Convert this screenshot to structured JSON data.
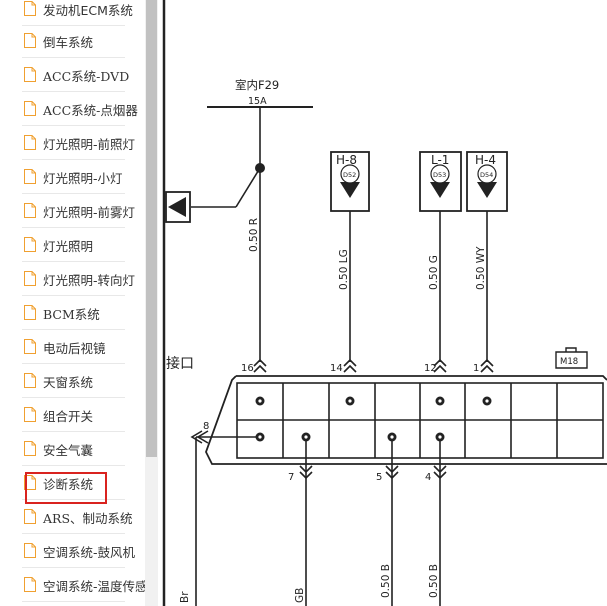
{
  "sidebar": {
    "items": [
      {
        "label": "发动机ECM系统",
        "icon": "document-icon"
      },
      {
        "label": "倒车系统",
        "icon": "document-icon"
      },
      {
        "label": "ACC系统-DVD",
        "icon": "document-icon"
      },
      {
        "label": "ACC系统-点烟器",
        "icon": "document-icon"
      },
      {
        "label": "灯光照明-前照灯",
        "icon": "document-icon"
      },
      {
        "label": "灯光照明-小灯",
        "icon": "document-icon"
      },
      {
        "label": "灯光照明-前雾灯",
        "icon": "document-icon"
      },
      {
        "label": "灯光照明",
        "icon": "document-icon"
      },
      {
        "label": "灯光照明-转向灯",
        "icon": "document-icon"
      },
      {
        "label": "BCM系统",
        "icon": "document-icon"
      },
      {
        "label": "电动后视镜",
        "icon": "document-icon"
      },
      {
        "label": "天窗系统",
        "icon": "document-icon"
      },
      {
        "label": "组合开关",
        "icon": "document-icon"
      },
      {
        "label": "安全气囊",
        "icon": "document-icon"
      },
      {
        "label": "诊断系统",
        "icon": "document-icon"
      },
      {
        "label": "ARS、制动系统",
        "icon": "document-icon"
      },
      {
        "label": "空调系统-鼓风机",
        "icon": "document-icon"
      },
      {
        "label": "空调系统-温度传感",
        "icon": "document-icon"
      }
    ],
    "selected": "诊断系统",
    "highlight_color": "#d9231f"
  },
  "diagram": {
    "fuse_label": "室内F29",
    "fuse_rating": "15A",
    "ground_points": [
      {
        "id": "H-8",
        "code": "D52"
      },
      {
        "id": "L-1",
        "code": "D53"
      },
      {
        "id": "H-4",
        "code": "D54"
      }
    ],
    "wires": {
      "w1": "0.50 R",
      "w2": "0.50 LG",
      "w3": "0.50 G",
      "w4": "0.50 WY",
      "w5": "0.50 B",
      "w6": "0.50 B",
      "w7": "GB",
      "w8": "Br"
    },
    "connector_label": "接口",
    "connector_id": "M18",
    "pins": {
      "p16": "16",
      "p14": "14",
      "p12": "12",
      "p1": "1",
      "p8": "8",
      "p7": "7",
      "p5": "5",
      "p4": "4"
    }
  }
}
